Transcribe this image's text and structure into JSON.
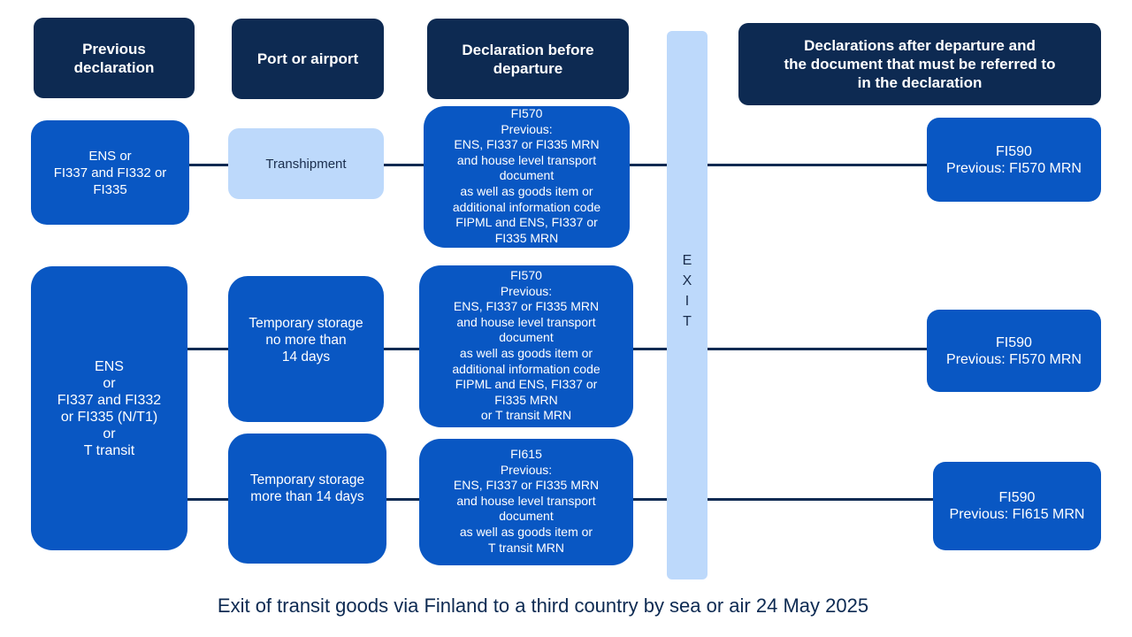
{
  "headers": {
    "previous_declaration": "Previous\ndeclaration",
    "port_or_airport": "Port or airport",
    "declaration_before_departure": "Declaration before\ndeparture",
    "exit": "E\nX\nI\nT",
    "declarations_after": "Declarations after departure and\nthe document that must be referred to\nin the declaration"
  },
  "rows": [
    {
      "previous": "ENS or\nFI337 and FI332 or\nFI335",
      "port": "Transhipment",
      "declaration": "FI570\nPrevious:\nENS, FI337 or FI335 MRN\nand house level transport\ndocument\nas well as goods item or\nadditional information code\nFIPML and ENS, FI337 or\nFI335 MRN",
      "after": "FI590\nPrevious: FI570 MRN"
    },
    {
      "previous": "ENS\nor\nFI337 and FI332\nor FI335 (N/T1)\nor\nT transit",
      "port": "Temporary storage\nno more than\n14 days",
      "declaration": "FI570\nPrevious:\nENS, FI337 or FI335 MRN\nand house level transport\ndocument\nas well as goods item or\nadditional information code\nFIPML and ENS, FI337 or\nFI335 MRN\nor T transit MRN",
      "after": "FI590\nPrevious: FI570 MRN"
    },
    {
      "port": "Temporary storage\nmore than 14 days",
      "declaration": "FI615\nPrevious:\nENS, FI337 or FI335 MRN\nand house level transport\ndocument\nas well as goods item or\nT transit MRN",
      "after": "FI590\nPrevious: FI615 MRN"
    }
  ],
  "caption": "Exit of transit goods via Finland to a third country by sea or air 24 May 2025"
}
